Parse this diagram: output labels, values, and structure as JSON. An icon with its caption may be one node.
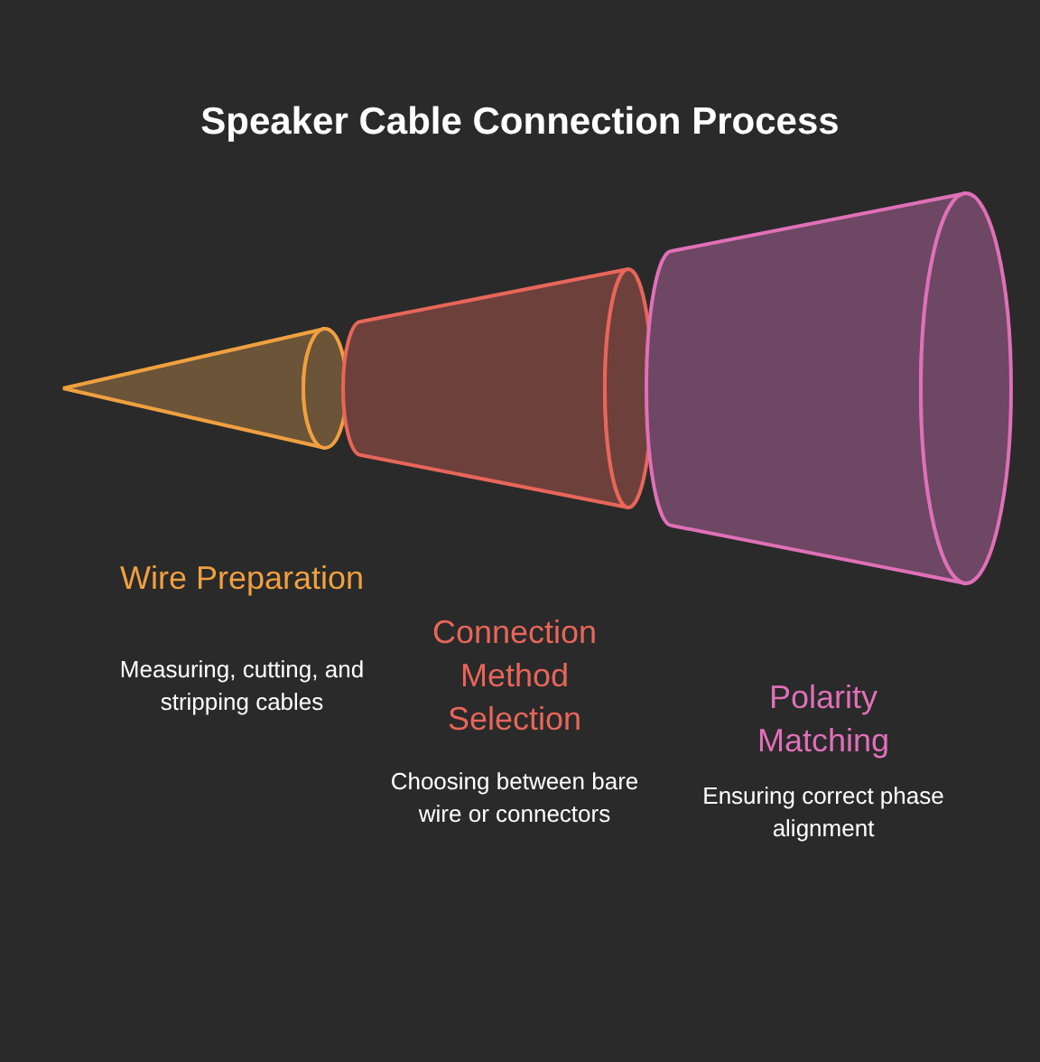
{
  "diagram": {
    "title": "Speaker Cable Connection Process",
    "nodes": [
      {
        "text": [],
        "shape": "cone",
        "beside": [
          "Wire Preparation",
          "Measuring, cutting, and stripping cables"
        ]
      },
      {
        "text": [],
        "shape": "cone",
        "beside": [
          "Connection Method Selection",
          "Choosing between bare wire or connectors"
        ]
      },
      {
        "text": [],
        "shape": "cone",
        "beside": [
          "Polarity Matching",
          "Ensuring correct phase alignment"
        ]
      }
    ]
  }
}
